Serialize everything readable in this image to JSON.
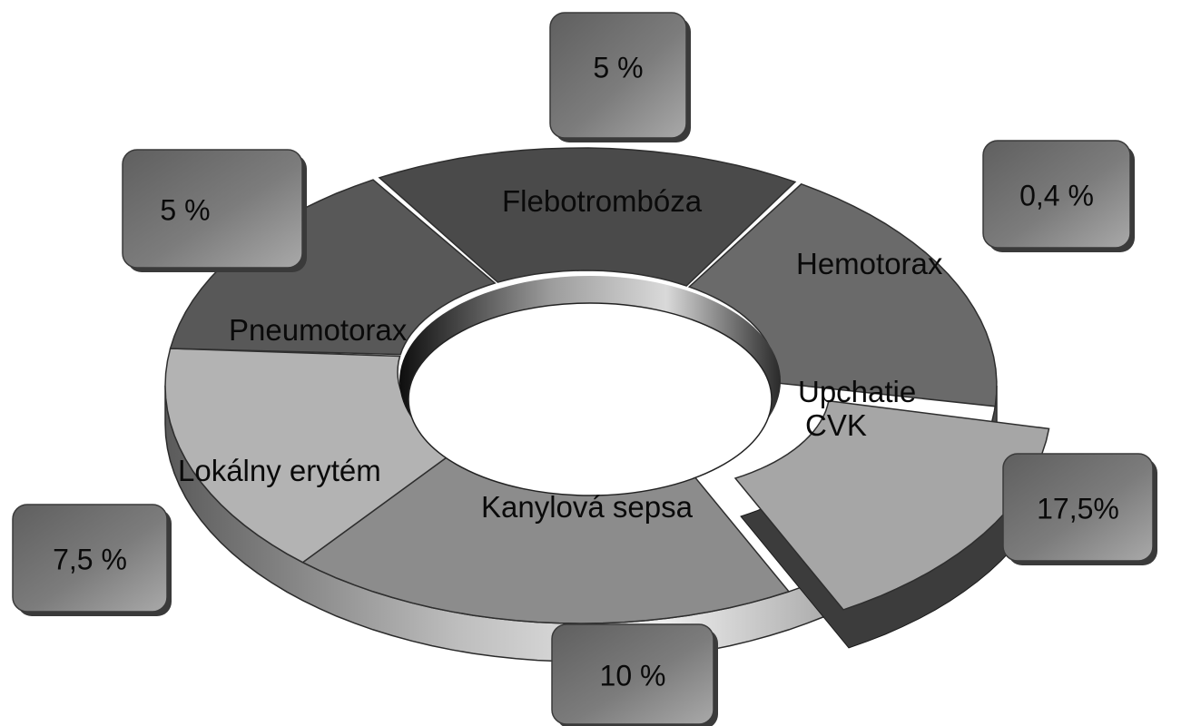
{
  "chart_data": {
    "type": "pie",
    "variant": "3d-donut",
    "categories": [
      "Flebotrombóza",
      "Hemotorax",
      "Upchatie CVK",
      "Kanylová sepsa",
      "Lokálny erytém",
      "Pneumotorax"
    ],
    "value_labels": [
      "5 %",
      "0,4 %",
      "17,5%",
      "10 %",
      "7,5 %",
      "5 %"
    ],
    "values": [
      5,
      0.4,
      17.5,
      10,
      7.5,
      5
    ],
    "exploded": [
      "Upchatie CVK"
    ],
    "grid": false,
    "legend": "none"
  },
  "colors": {
    "Flebotrombóza": "#4a4a4a",
    "Hemotorax": "#6a6a6a",
    "Upchatie CVK": "#a6a6a6",
    "Kanylová sepsa": "#8c8c8c",
    "Lokálny erytém": "#b3b3b3",
    "Pneumotorax": "#585858",
    "box_fill": "#6e6e6e",
    "box_shadow": "#3a3a3a"
  }
}
